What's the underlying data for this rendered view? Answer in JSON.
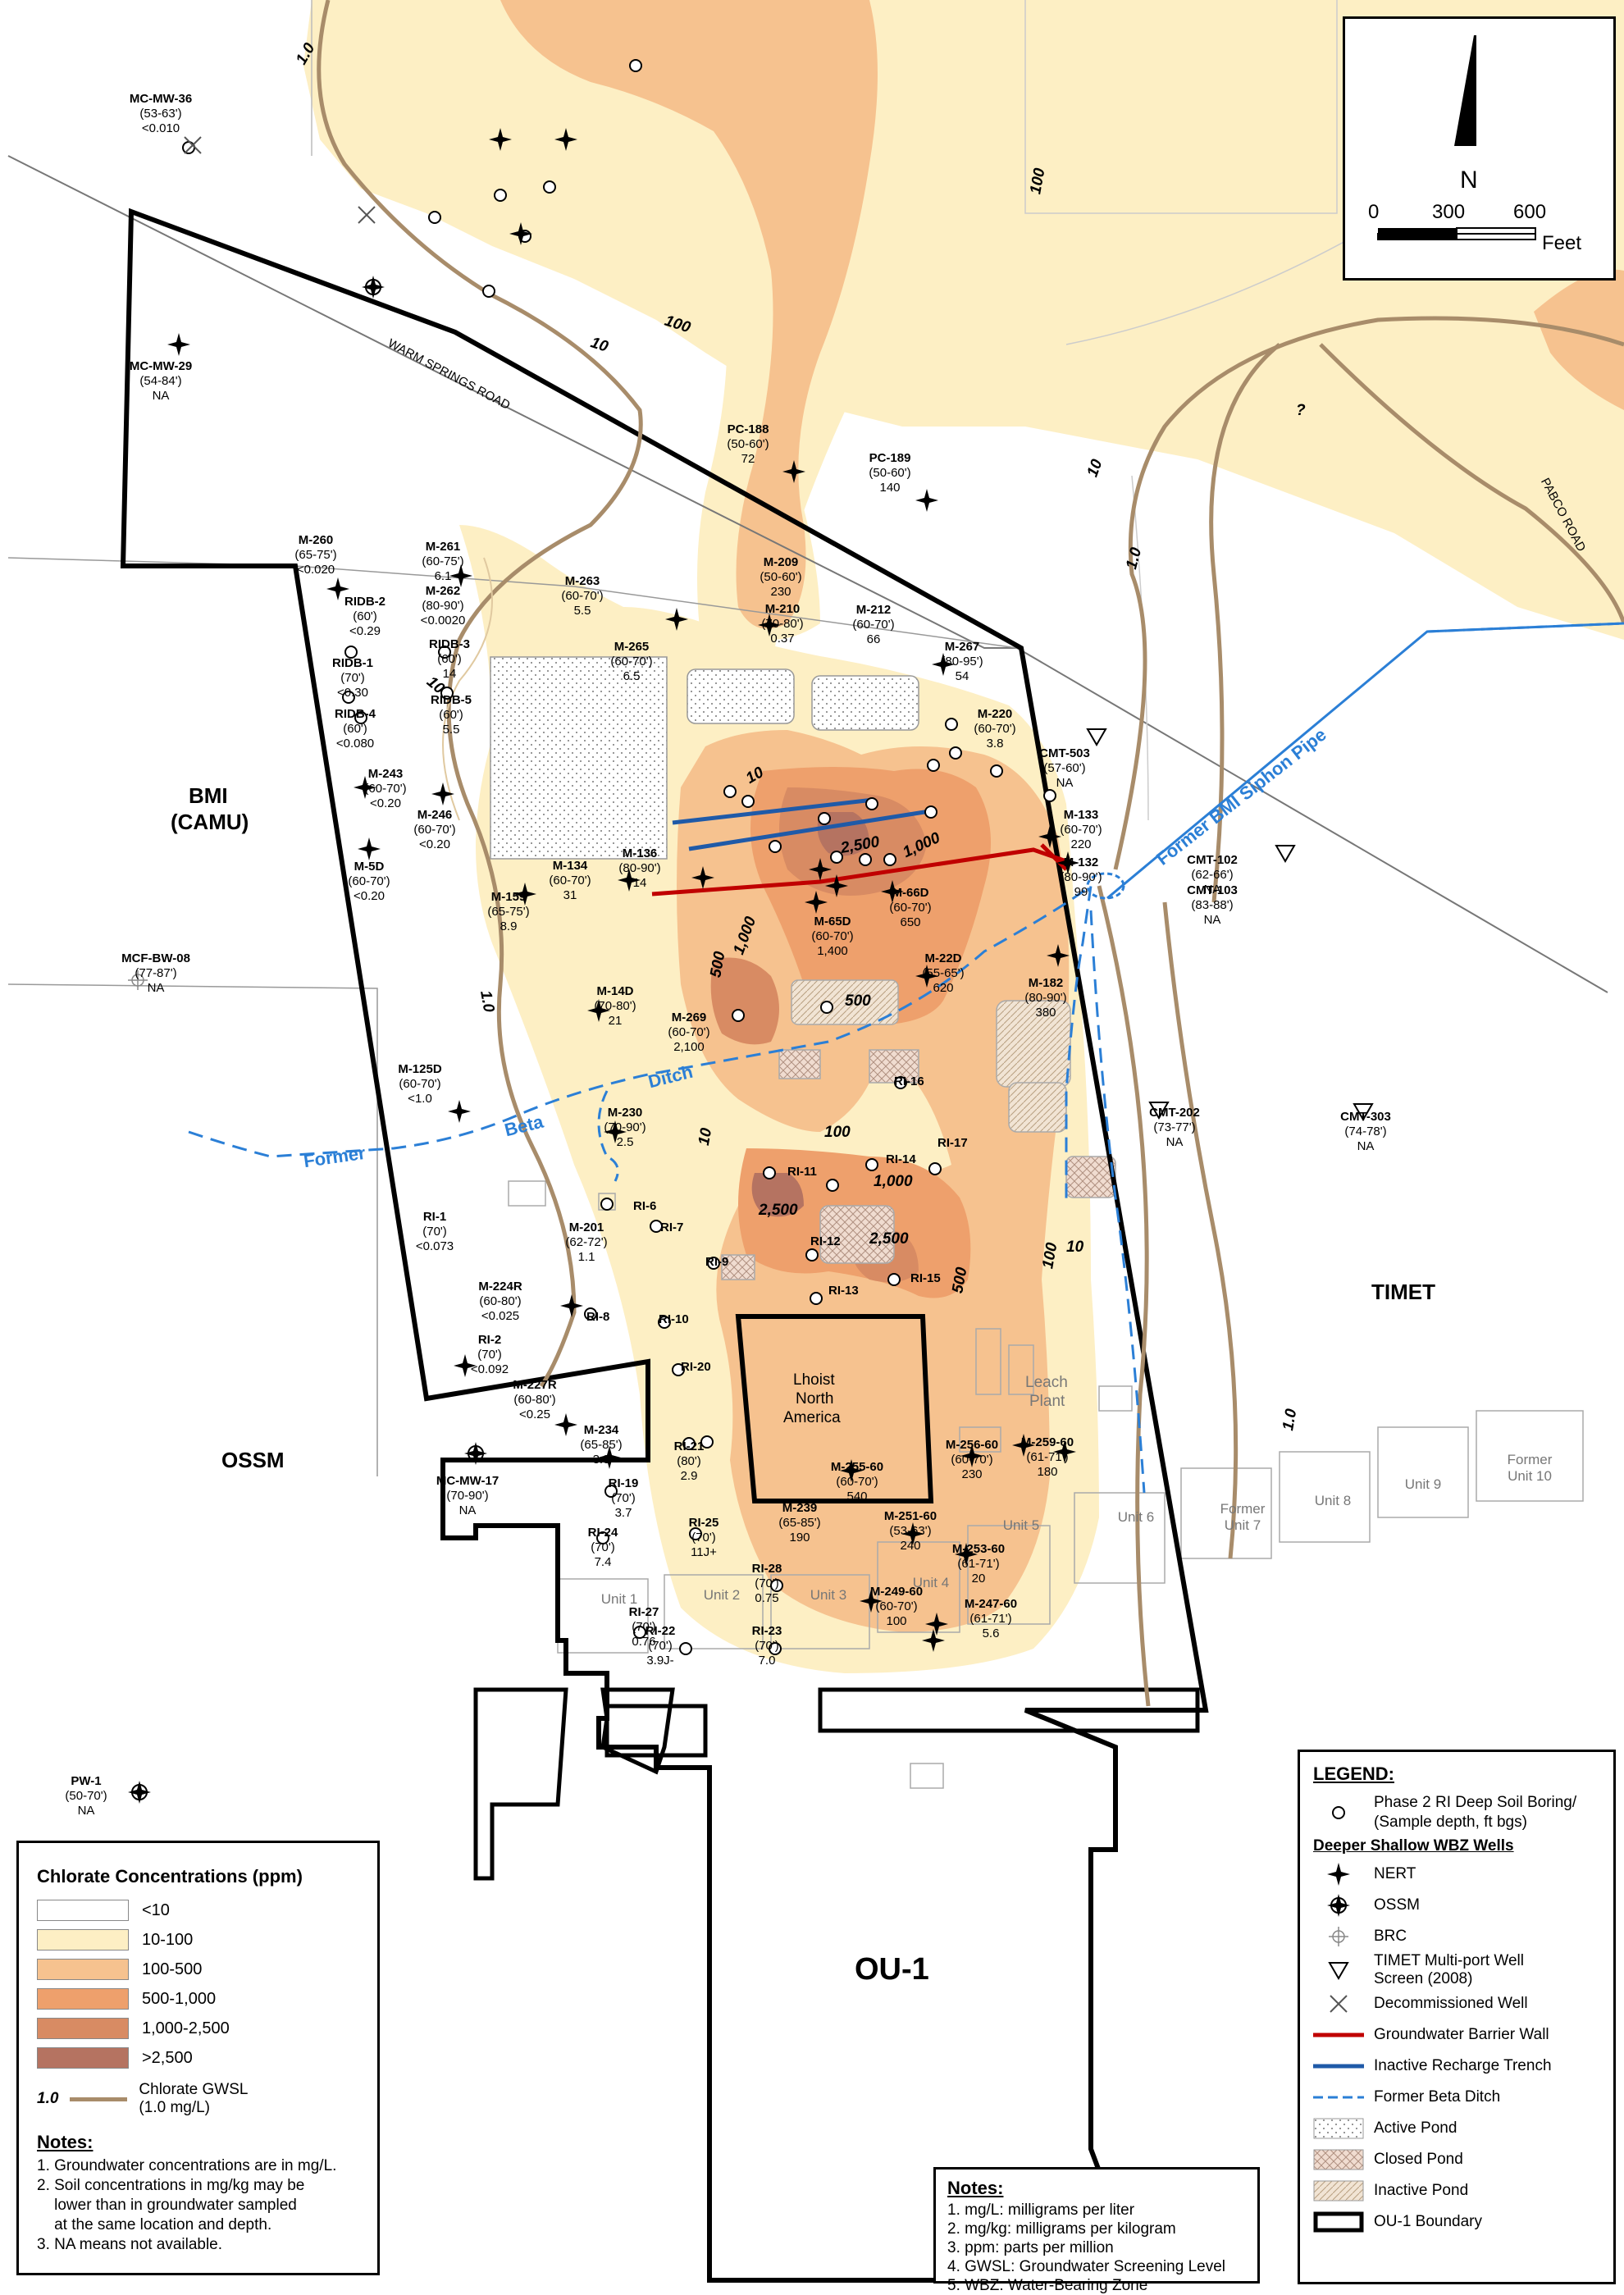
{
  "areas": {
    "bmi": "BMI",
    "bmi_sub": "(CAMU)",
    "ossm": "OSSM",
    "timet": "TIMET",
    "ou1": "OU-1",
    "lhoist_1": "Lhoist",
    "lhoist_2": "North",
    "lhoist_3": "America",
    "leach_1": "Leach",
    "leach_2": "Plant"
  },
  "roads": {
    "warm_springs": "WARM SPRINGS ROAD",
    "pabco": "PABCO ROAD"
  },
  "features": {
    "siphon": "Former BMI Siphon Pipe",
    "beta_former": "Former",
    "beta_beta": "Beta",
    "beta_ditch": "Ditch"
  },
  "units": [
    {
      "label": "Unit 1"
    },
    {
      "label": "Unit 2"
    },
    {
      "label": "Unit 3"
    },
    {
      "label": "Unit 4"
    },
    {
      "label": "Unit 5"
    },
    {
      "label": "Unit 6"
    },
    {
      "label": "Former Unit 7"
    },
    {
      "label": "Unit 8"
    },
    {
      "label": "Unit 9"
    },
    {
      "label": "Former Unit 10"
    }
  ],
  "contour_labels": [
    "1.0",
    "1.0",
    "1.0",
    "1.0",
    "10",
    "10",
    "10",
    "10",
    "10",
    "10",
    "100",
    "100",
    "100",
    "100",
    "500",
    "500",
    "500",
    "1,000",
    "1,000",
    "2,500",
    "2,500",
    "2,500",
    "1,000",
    "?"
  ],
  "wells": [
    {
      "id": "MC-MW-36",
      "depth": "(53-63')",
      "value": "<0.010"
    },
    {
      "id": "MC-MW-29",
      "depth": "(54-84')",
      "value": "NA"
    },
    {
      "id": "PC-188",
      "depth": "(50-60')",
      "value": "72"
    },
    {
      "id": "PC-189",
      "depth": "(50-60')",
      "value": "140"
    },
    {
      "id": "M-209",
      "depth": "(50-60')",
      "value": "230"
    },
    {
      "id": "M-210",
      "depth": "(70-80')",
      "value": "0.37"
    },
    {
      "id": "M-212",
      "depth": "(60-70')",
      "value": "66"
    },
    {
      "id": "M-267",
      "depth": "(80-95')",
      "value": "54"
    },
    {
      "id": "M-260",
      "depth": "(65-75')",
      "value": "<0.020"
    },
    {
      "id": "M-261",
      "depth": "(60-75')",
      "value": "6.1"
    },
    {
      "id": "M-262",
      "depth": "(80-90')",
      "value": "<0.0020"
    },
    {
      "id": "M-263",
      "depth": "(60-70')",
      "value": "5.5"
    },
    {
      "id": "M-265",
      "depth": "(60-70')",
      "value": "6.5"
    },
    {
      "id": "RIDB-2",
      "depth": "(60')",
      "value": "<0.29"
    },
    {
      "id": "RIDB-1",
      "depth": "(70')",
      "value": "<0.30"
    },
    {
      "id": "RIDB-3",
      "depth": "(60')",
      "value": "14"
    },
    {
      "id": "RIDB-4",
      "depth": "(60')",
      "value": "<0.080"
    },
    {
      "id": "RIDB-5",
      "depth": "(60')",
      "value": "5.5"
    },
    {
      "id": "M-220",
      "depth": "(60-70')",
      "value": "3.8"
    },
    {
      "id": "CMT-503",
      "depth": "(57-60')",
      "value": "NA"
    },
    {
      "id": "M-243",
      "depth": "(60-70')",
      "value": "<0.20"
    },
    {
      "id": "M-246",
      "depth": "(60-70')",
      "value": "<0.20"
    },
    {
      "id": "M-5D",
      "depth": "(60-70')",
      "value": "<0.20"
    },
    {
      "id": "M-133",
      "depth": "(60-70')",
      "value": "220"
    },
    {
      "id": "M-132",
      "depth": "(80-90')",
      "value": "99"
    },
    {
      "id": "CMT-102",
      "depth": "(62-66')",
      "value": "NA"
    },
    {
      "id": "CMT-103",
      "depth": "(83-88')",
      "value": "NA"
    },
    {
      "id": "M-136",
      "depth": "(80-90')",
      "value": "14"
    },
    {
      "id": "M-134",
      "depth": "(60-70')",
      "value": "31"
    },
    {
      "id": "M-159",
      "depth": "(65-75')",
      "value": "8.9"
    },
    {
      "id": "M-66D",
      "depth": "(60-70')",
      "value": "650"
    },
    {
      "id": "M-65D",
      "depth": "(60-70')",
      "value": "1,400"
    },
    {
      "id": "M-22D",
      "depth": "(55-65')",
      "value": "620"
    },
    {
      "id": "MCF-BW-08",
      "depth": "(77-87')",
      "value": "NA"
    },
    {
      "id": "M-14D",
      "depth": "(70-80')",
      "value": "21"
    },
    {
      "id": "M-269",
      "depth": "(60-70')",
      "value": "2,100"
    },
    {
      "id": "M-182",
      "depth": "(80-90')",
      "value": "380"
    },
    {
      "id": "M-125D",
      "depth": "(60-70')",
      "value": "<1.0"
    },
    {
      "id": "M-230",
      "depth": "(70-90')",
      "value": "2.5"
    },
    {
      "id": "CMT-202",
      "depth": "(73-77')",
      "value": "NA"
    },
    {
      "id": "CMT-303",
      "depth": "(74-78')",
      "value": "NA"
    },
    {
      "id": "RI-1",
      "depth": "(70')",
      "value": "<0.073"
    },
    {
      "id": "M-201",
      "depth": "(62-72')",
      "value": "1.1"
    },
    {
      "id": "M-224R",
      "depth": "(60-80')",
      "value": "<0.025"
    },
    {
      "id": "RI-2",
      "depth": "(70')",
      "value": "<0.092"
    },
    {
      "id": "M-227R",
      "depth": "(60-80')",
      "value": "<0.25"
    },
    {
      "id": "M-234",
      "depth": "(65-85')",
      "value": "3.3"
    },
    {
      "id": "MC-MW-17",
      "depth": "(70-90')",
      "value": "NA"
    },
    {
      "id": "RI-19",
      "depth": "(70')",
      "value": "3.7"
    },
    {
      "id": "RI-24",
      "depth": "(70')",
      "value": "7.4"
    },
    {
      "id": "RI-21",
      "depth": "(80')",
      "value": "2.9"
    },
    {
      "id": "RI-25",
      "depth": "(70')",
      "value": "11J+"
    },
    {
      "id": "RI-28",
      "depth": "(70')",
      "value": "0.75"
    },
    {
      "id": "RI-27",
      "depth": "(70')",
      "value": "0.76"
    },
    {
      "id": "RI-22",
      "depth": "(70')",
      "value": "3.9J-"
    },
    {
      "id": "RI-23",
      "depth": "(70')",
      "value": "7.0"
    },
    {
      "id": "M-255-60",
      "depth": "(60-70')",
      "value": "540"
    },
    {
      "id": "M-256-60",
      "depth": "(60-70')",
      "value": "230"
    },
    {
      "id": "M-259-60",
      "depth": "(61-71')",
      "value": "180"
    },
    {
      "id": "M-239",
      "depth": "(65-85')",
      "value": "190"
    },
    {
      "id": "M-251-60",
      "depth": "(53-63')",
      "value": "240"
    },
    {
      "id": "M-253-60",
      "depth": "(61-71')",
      "value": "20"
    },
    {
      "id": "M-249-60",
      "depth": "(60-70')",
      "value": "100"
    },
    {
      "id": "M-247-60",
      "depth": "(61-71')",
      "value": "5.6"
    },
    {
      "id": "PW-1",
      "depth": "(50-70')",
      "value": "NA"
    }
  ],
  "points_only": [
    "RI-16",
    "RI-14",
    "RI-17",
    "RI-11",
    "RI-6",
    "RI-7",
    "RI-12",
    "RI-9",
    "RI-15",
    "RI-13",
    "RI-8",
    "RI-10",
    "RI-20"
  ],
  "north": {
    "letter": "N",
    "scale_0": "0",
    "scale_300": "300",
    "scale_600": "600",
    "unit": "Feet"
  },
  "chlorate_legend": {
    "title": "Chlorate Concentrations (ppm)",
    "classes": [
      {
        "label": "<10",
        "color": "#ffffff"
      },
      {
        "label": "10-100",
        "color": "#fdefc4"
      },
      {
        "label": "100-500",
        "color": "#f6c28f"
      },
      {
        "label": "500-1,000",
        "color": "#eea06c"
      },
      {
        "label": "1,000-2,500",
        "color": "#d88b63"
      },
      {
        "label": ">2,500",
        "color": "#b57361"
      }
    ],
    "gwsl_value": "1.0",
    "gwsl_label_1": "Chlorate GWSL",
    "gwsl_label_2": "(1.0 mg/L)",
    "gwsl_color": "#a88c6a",
    "notes_title": "Notes:",
    "notes": [
      "1. Groundwater concentrations are in mg/L.",
      "2. Soil concentrations in mg/kg may be",
      "    lower than in groundwater sampled",
      "    at the same location and depth.",
      "3. NA means not available."
    ]
  },
  "notes2": {
    "title": "Notes:",
    "items": [
      "1. mg/L: milligrams per liter",
      "2. mg/kg: milligrams per kilogram",
      "3. ppm: parts per million",
      "4. GWSL: Groundwater Screening Level",
      "5. WBZ: Water-Bearing Zone"
    ]
  },
  "legend": {
    "title": "LEGEND:",
    "boring_1": "Phase 2 RI Deep Soil Boring/",
    "boring_2": "(Sample depth, ft bgs)",
    "wells_title": "Deeper Shallow WBZ Wells",
    "nert": "NERT",
    "ossm": "OSSM",
    "brc": "BRC",
    "timet_1": "TIMET Multi-port Well",
    "timet_2": "Screen (2008)",
    "decom": "Decommissioned Well",
    "barrier": "Groundwater Barrier Wall",
    "recharge": "Inactive Recharge Trench",
    "beta": "Former Beta Ditch",
    "active": "Active Pond",
    "closed": "Closed Pond",
    "inactive": "Inactive Pond",
    "ou1": "OU-1 Boundary"
  },
  "colors": {
    "barrier": "#c00000",
    "recharge": "#1f5aa8",
    "ditch": "#2b7fd6",
    "gwsl": "#a88c6a",
    "ou1": "#000000"
  }
}
